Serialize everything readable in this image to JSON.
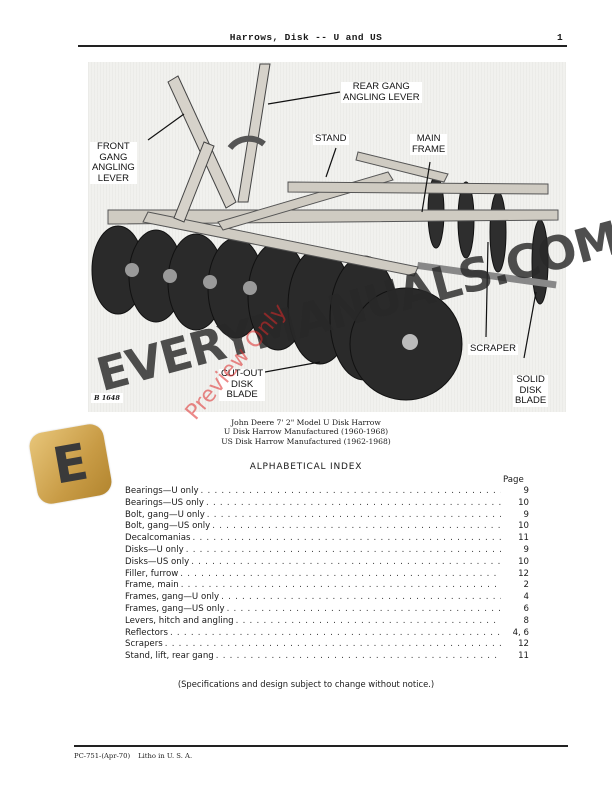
{
  "header": {
    "title": "Harrows, Disk -- U and US",
    "page_number": "1"
  },
  "figure": {
    "photo_id": "B 1648",
    "callouts": {
      "rear_gang_angling_lever": [
        "REAR GANG",
        "ANGLING LEVER"
      ],
      "front_gang_angling_lever": [
        "FRONT",
        "GANG",
        "ANGLING",
        "LEVER"
      ],
      "stand": [
        "STAND"
      ],
      "main_frame": [
        "MAIN",
        "FRAME"
      ],
      "scraper": [
        "SCRAPER"
      ],
      "cut_out_disk_blade": [
        "CUT-OUT",
        "DISK",
        "BLADE"
      ],
      "solid_disk_blade": [
        "SOLID",
        "DISK",
        "BLADE"
      ]
    },
    "caption": [
      "John Deere 7' 2\" Model U Disk Harrow",
      "U Disk Harrow Manufactured (1960-1968)",
      "US Disk Harrow Manufactured (1962-1968)"
    ]
  },
  "index": {
    "title": "ALPHABETICAL INDEX",
    "page_header": "Page",
    "entries": [
      {
        "label": "Bearings—U only",
        "page": "9"
      },
      {
        "label": "Bearings—US only",
        "page": "10"
      },
      {
        "label": "Bolt, gang—U only",
        "page": "9"
      },
      {
        "label": "Bolt, gang—US only",
        "page": "10"
      },
      {
        "label": "Decalcomanias",
        "page": "11"
      },
      {
        "label": "Disks—U only",
        "page": "9"
      },
      {
        "label": "Disks—US only",
        "page": "10"
      },
      {
        "label": "Filler, furrow",
        "page": "12"
      },
      {
        "label": "Frame, main",
        "page": "2"
      },
      {
        "label": "Frames, gang—U only",
        "page": "4"
      },
      {
        "label": "Frames, gang—US only",
        "page": "6"
      },
      {
        "label": "Levers, hitch and angling",
        "page": "8"
      },
      {
        "label": "Reflectors",
        "page": "4, 6"
      },
      {
        "label": "Scrapers",
        "page": "12"
      },
      {
        "label": "Stand, lift, rear gang",
        "page": "11"
      }
    ]
  },
  "note": "(Specifications and design subject to change without notice.)",
  "footer": {
    "code": "PC-751-(Apr-70)",
    "printing": "Litho in U. S. A."
  },
  "watermark": {
    "text": "EVERYMANUALS.COM",
    "preview": "Preview Only",
    "logo_letter": "E",
    "logo_color": "#c89b45"
  }
}
